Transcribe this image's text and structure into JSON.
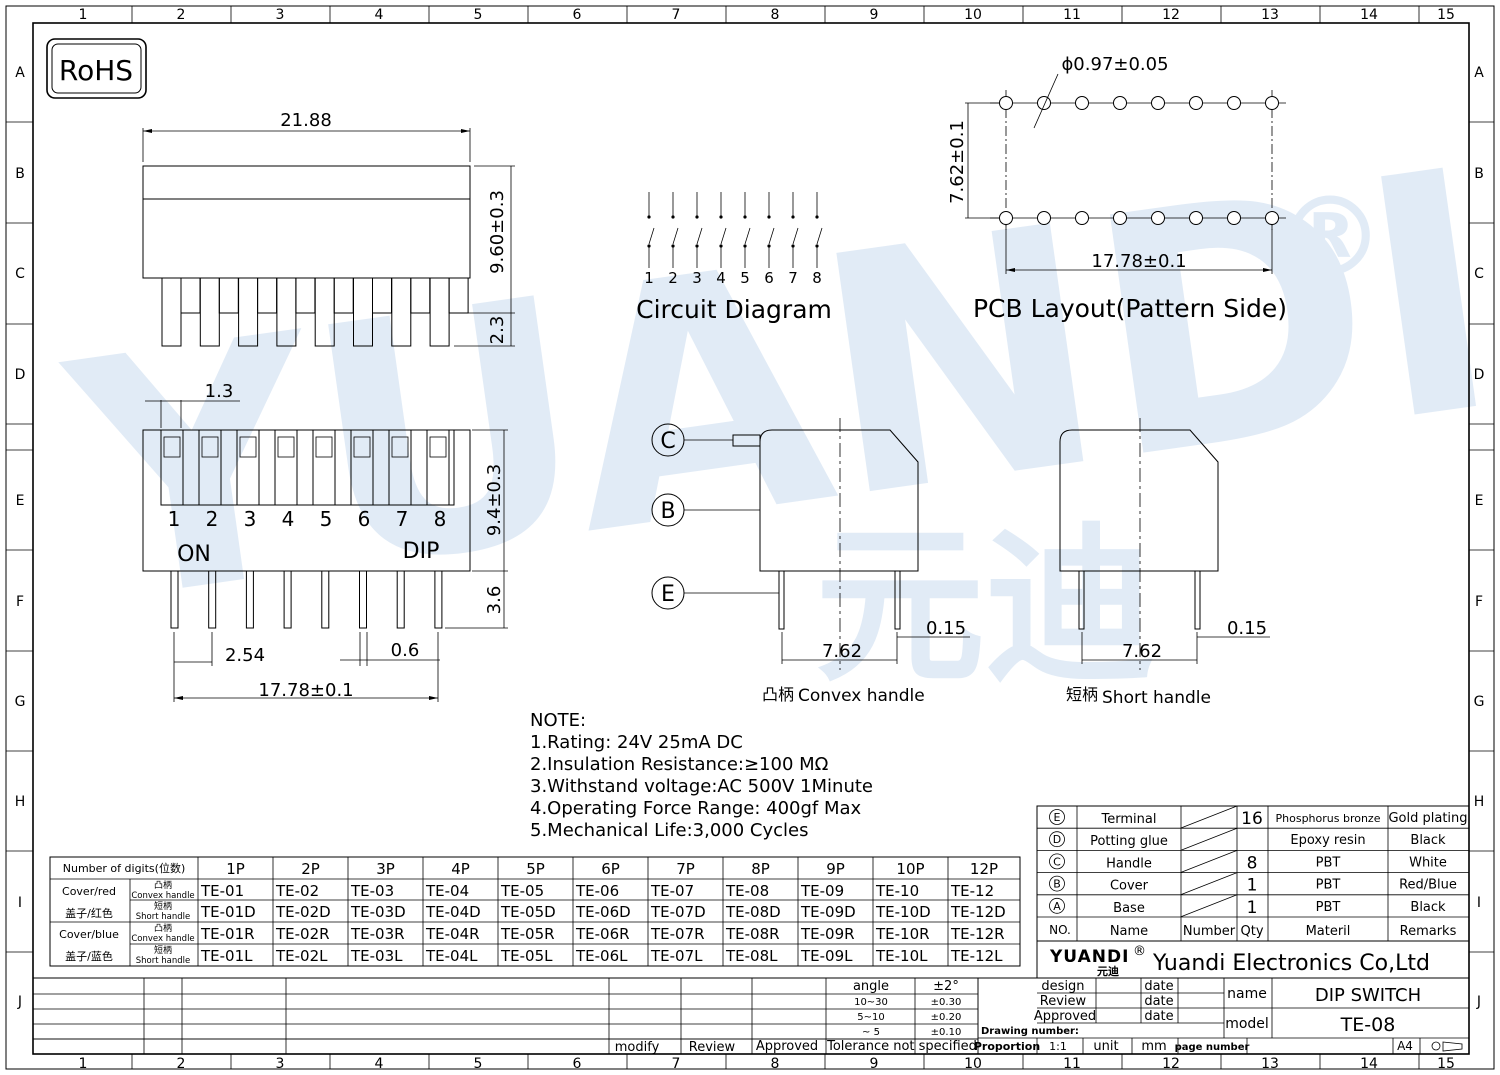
{
  "border": {
    "cols": [
      "1",
      "2",
      "3",
      "4",
      "5",
      "6",
      "7",
      "8",
      "9",
      "10",
      "11",
      "12",
      "13",
      "14",
      "15"
    ],
    "rows": [
      "A",
      "B",
      "C",
      "D",
      "E",
      "F",
      "G",
      "H",
      "I",
      "J"
    ]
  },
  "badge": "RoHS",
  "watermark": {
    "text": "YUANDI",
    "chinese": "元迪",
    "reg": "®"
  },
  "front_view": {
    "width": "21.88",
    "height": "9.60±0.3",
    "pin": "2.3"
  },
  "top_view": {
    "pitch_top": "1.3",
    "numbers": [
      "1",
      "2",
      "3",
      "4",
      "5",
      "6",
      "7",
      "8"
    ],
    "on": "ON",
    "dip": "DIP",
    "height": "9.4±0.3",
    "pin_len": "3.6",
    "pitch": "2.54",
    "pin_w": "0.6",
    "span": "17.78±0.1"
  },
  "circuit": {
    "numbers": [
      "1",
      "2",
      "3",
      "4",
      "5",
      "6",
      "7",
      "8"
    ],
    "title": "Circuit  Diagram"
  },
  "pcb": {
    "hole": "ϕ0.97±0.05",
    "row": "7.62±0.1",
    "span": "17.78±0.1",
    "title": "PCB  Layout(Pattern  Side)"
  },
  "side": {
    "callouts": [
      "C",
      "B",
      "E"
    ],
    "convex": {
      "dim": "7.62",
      "thk": "0.15",
      "label_cn": "凸柄",
      "label": "Convex  handle"
    },
    "short": {
      "dim": "7.62",
      "thk": "0.15",
      "label_cn": "短柄",
      "label": "Short  handle"
    }
  },
  "notes": [
    "NOTE:",
    "1.Rating: 24V 25mA DC",
    "2.Insulation  Resistance:≥100  MΩ",
    "3.Withstand  voltage:AC  500V  1Minute",
    "4.Operating  Force  Range:  400gf  Max",
    "5.Mechanical  Life:3,000  Cycles"
  ],
  "model_table": {
    "header": [
      "Number of digits(位数)",
      "1P",
      "2P",
      "3P",
      "4P",
      "5P",
      "6P",
      "7P",
      "8P",
      "9P",
      "10P",
      "12P"
    ],
    "groups": [
      {
        "name1": "Cover/red",
        "name2": "盖子/红色"
      },
      {
        "name1": "Cover/blue",
        "name2": "盖子/蓝色"
      }
    ],
    "rows": [
      {
        "type_cn": "凸柄",
        "type": "Convex handle",
        "cells": [
          "TE-01",
          "TE-02",
          "TE-03",
          "TE-04",
          "TE-05",
          "TE-06",
          "TE-07",
          "TE-08",
          "TE-09",
          "TE-10",
          "TE-12"
        ]
      },
      {
        "type_cn": "短柄",
        "type": "Short handle",
        "cells": [
          "TE-01D",
          "TE-02D",
          "TE-03D",
          "TE-04D",
          "TE-05D",
          "TE-06D",
          "TE-07D",
          "TE-08D",
          "TE-09D",
          "TE-10D",
          "TE-12D"
        ]
      },
      {
        "type_cn": "凸柄",
        "type": "Convex handle",
        "cells": [
          "TE-01R",
          "TE-02R",
          "TE-03R",
          "TE-04R",
          "TE-05R",
          "TE-06R",
          "TE-07R",
          "TE-08R",
          "TE-09R",
          "TE-10R",
          "TE-12R"
        ]
      },
      {
        "type_cn": "短柄",
        "type": "Short handle",
        "cells": [
          "TE-01L",
          "TE-02L",
          "TE-03L",
          "TE-04L",
          "TE-05L",
          "TE-06L",
          "TE-07L",
          "TE-08L",
          "TE-09L",
          "TE-10L",
          "TE-12L"
        ]
      }
    ]
  },
  "bom": {
    "rows": [
      {
        "no": "E",
        "name": "Terminal",
        "qty": "16",
        "material": "Phosphorus bronze",
        "remarks": "Gold plating"
      },
      {
        "no": "D",
        "name": "Potting glue",
        "qty": "",
        "material": "Epoxy resin",
        "remarks": "Black"
      },
      {
        "no": "C",
        "name": "Handle",
        "qty": "8",
        "material": "PBT",
        "remarks": "White"
      },
      {
        "no": "B",
        "name": "Cover",
        "qty": "1",
        "material": "PBT",
        "remarks": "Red/Blue"
      },
      {
        "no": "A",
        "name": "Base",
        "qty": "1",
        "material": "PBT",
        "remarks": "Black"
      }
    ],
    "header": {
      "no": "NO.",
      "name": "Name",
      "number": "Number",
      "qty": "Qty",
      "material": "Materil",
      "remarks": "Remarks"
    }
  },
  "title_block": {
    "logo": "YUANDI",
    "logo_reg": "®",
    "logo_cn": "元迪",
    "company": "Yuandi Electronics Co,Ltd",
    "design": "design",
    "review": "Review",
    "approved": "Approved",
    "date": "date",
    "name_label": "name",
    "name": "DIP  SWITCH",
    "model_label": "model",
    "model": "TE-08",
    "drawing_number": "Drawing number:",
    "proportion": "Proportion",
    "scale": "1:1",
    "unit": "unit",
    "mm": "mm",
    "page_number": "page number",
    "size": "A4",
    "tol": [
      [
        "angle",
        "±2°"
      ],
      [
        "10~30",
        "±0.30"
      ],
      [
        "5~10",
        "±0.20"
      ],
      [
        "~ 5",
        "±0.10"
      ]
    ],
    "tol_label": "Tolerance  not  specified",
    "sign": [
      "modify",
      "Review",
      "Approved"
    ]
  }
}
